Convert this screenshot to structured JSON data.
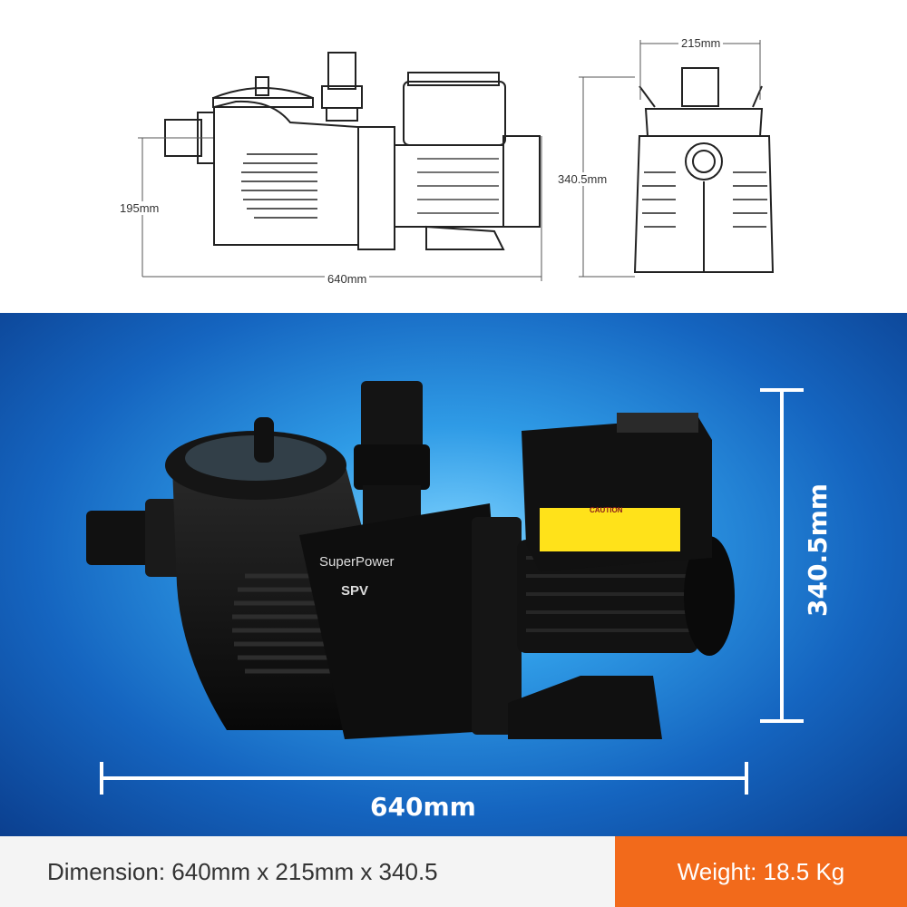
{
  "drawing": {
    "height_label": "195mm",
    "length_label": "640mm",
    "width_label": "215mm",
    "total_height_label": "340.5mm"
  },
  "photo": {
    "brand": "SuperPower",
    "model": "SPV",
    "caution": "CAUTION",
    "height_label": "340.5mm",
    "length_label": "640mm"
  },
  "footer": {
    "dimension": "Dimension: 640mm x 215mm x 340.5",
    "weight": "Weight: 18.5 Kg",
    "weight_bg": "#f26a1b"
  }
}
